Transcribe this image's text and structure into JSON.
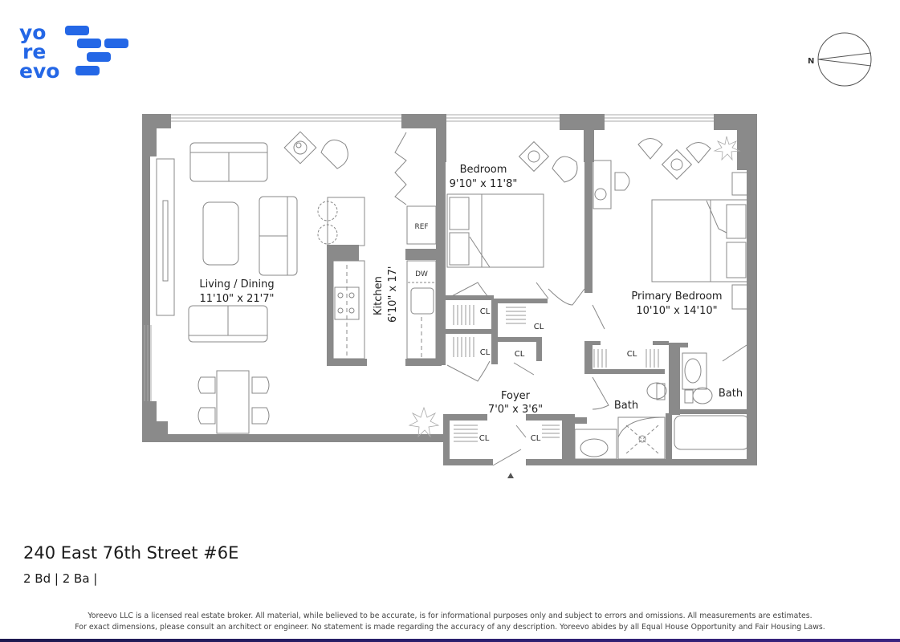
{
  "brand": {
    "logo_lines": [
      "yo",
      "re",
      "evo"
    ],
    "logo_color": "#2467e6",
    "logo_icon": "brick-stack-icon"
  },
  "compass": {
    "label": "N",
    "icon": "north-arrow-compass-icon"
  },
  "floor_plan": {
    "wall_color": "#8a8a8a",
    "rooms": [
      {
        "name": "Living / Dining",
        "dimensions": "11'10\" x 21'7\""
      },
      {
        "name": "Kitchen",
        "dimensions": "6'10\" x 17'"
      },
      {
        "name": "Bedroom",
        "dimensions": "9'10\" x 11'8\""
      },
      {
        "name": "Primary Bedroom",
        "dimensions": "10'10\" x 14'10\""
      },
      {
        "name": "Foyer",
        "dimensions": "7'0\" x 3'6\""
      },
      {
        "name": "Bath",
        "dimensions": ""
      },
      {
        "name": "Bath",
        "dimensions": ""
      }
    ],
    "fixtures": {
      "ref": "REF",
      "dw": "DW",
      "closet": "CL"
    },
    "entry_marker": "entry-arrow-icon"
  },
  "listing": {
    "address": "240 East 76th Street #6E",
    "specs": "2 Bd | 2 Ba |"
  },
  "footer": {
    "disclaimer_line1": "Yoreevo LLC is a licensed real estate broker. All material, while believed to be accurate, is for informational purposes only and subject to errors and omissions. All measurements are estimates.",
    "disclaimer_line2": "For exact dimensions, please consult an architect or engineer. No statement is made regarding the accuracy of any description. Yoreevo abides by all Equal House Opportunity and Fair Housing Laws.",
    "bar_color": "#231c5e"
  }
}
